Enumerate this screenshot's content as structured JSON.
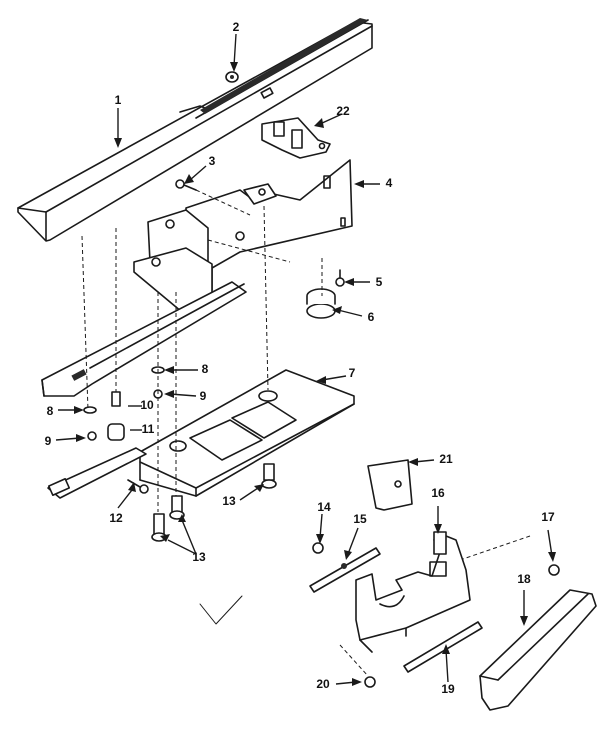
{
  "callouts": [
    {
      "id": "1",
      "text": "1"
    },
    {
      "id": "2",
      "text": "2"
    },
    {
      "id": "3",
      "text": "3"
    },
    {
      "id": "4",
      "text": "4"
    },
    {
      "id": "5",
      "text": "5"
    },
    {
      "id": "6",
      "text": "6"
    },
    {
      "id": "7",
      "text": "7"
    },
    {
      "id": "8a",
      "text": "8"
    },
    {
      "id": "8b",
      "text": "8"
    },
    {
      "id": "9a",
      "text": "9"
    },
    {
      "id": "9b",
      "text": "9"
    },
    {
      "id": "10",
      "text": "10"
    },
    {
      "id": "11",
      "text": "11"
    },
    {
      "id": "12",
      "text": "12"
    },
    {
      "id": "13a",
      "text": "13"
    },
    {
      "id": "13b",
      "text": "13"
    },
    {
      "id": "14",
      "text": "14"
    },
    {
      "id": "15",
      "text": "15"
    },
    {
      "id": "16",
      "text": "16"
    },
    {
      "id": "17",
      "text": "17"
    },
    {
      "id": "18",
      "text": "18"
    },
    {
      "id": "19",
      "text": "19"
    },
    {
      "id": "20",
      "text": "20"
    },
    {
      "id": "21",
      "text": "21"
    },
    {
      "id": "22",
      "text": "22"
    }
  ]
}
